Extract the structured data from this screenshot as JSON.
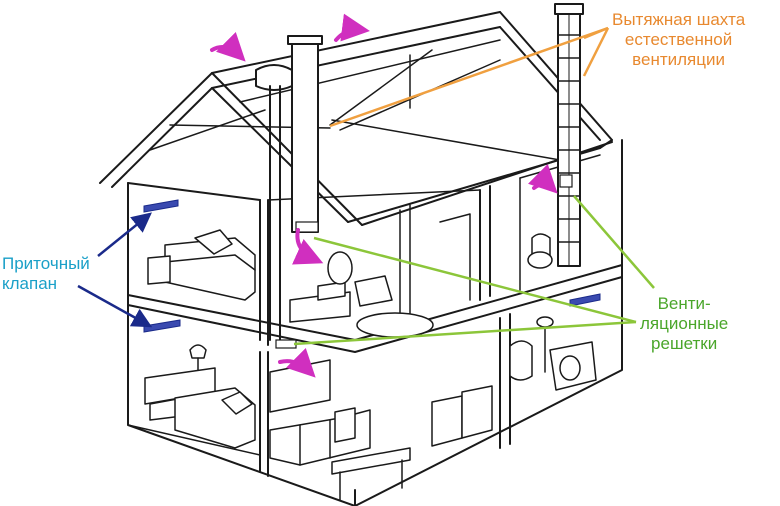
{
  "colors": {
    "exhaust_label": "#e8892f",
    "exhaust_leader": "#f0a040",
    "supply_label": "#1aa0c8",
    "supply_leader": "#1a2a8a",
    "grilles_label": "#4aa62a",
    "grilles_leader": "#8cc63a",
    "airflow_arrow": "#d02fbf",
    "linework": "#1a1a1a",
    "background": "#ffffff"
  },
  "labels": {
    "exhaust_shaft": [
      "Вытяжная шахта",
      "естественной",
      "вентиляции"
    ],
    "supply_valve": [
      "Приточный",
      "клапан"
    ],
    "vent_grilles": [
      "Венти-",
      "ляционные",
      "решетки"
    ]
  },
  "icons": {
    "airflow": "curved-arrow-icon"
  }
}
